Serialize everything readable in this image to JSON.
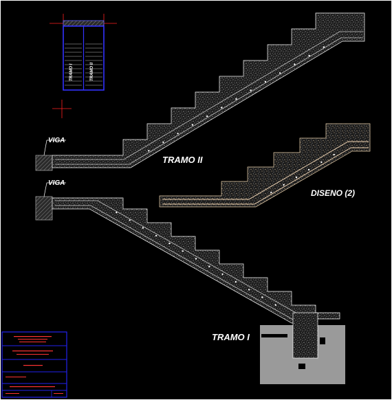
{
  "labels": {
    "tramo_ii": "TRAMO II",
    "tramo_i": "TRAMO I",
    "diseno": "DISENO (2)",
    "viga_top": "VIGA",
    "viga_bottom": "VIGA",
    "plan_tramo_left": "TRAMO I",
    "plan_tramo_right": "TRAMO II"
  },
  "colors": {
    "background": "#000000",
    "frame": "#ffffff",
    "concrete_fill": "#1e1e1e",
    "speckle": "#d8d8d8",
    "rebar_main": "#c8c8c8",
    "rebar_diseno": "#f5d9b8",
    "beam_hatch": "#8a8a8a",
    "footing": "#9a9a9a",
    "plan_outline": "#3333ff",
    "axis_red": "#ff2020",
    "title_block": "#2222ee"
  }
}
